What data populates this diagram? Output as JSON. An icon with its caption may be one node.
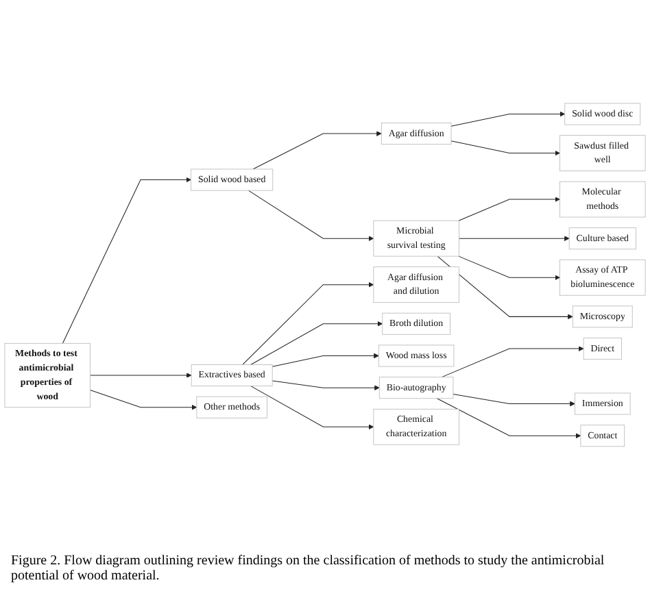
{
  "diagram": {
    "caption": "Figure 2. Flow diagram outlining review findings on the classification of methods to study the antimicrobial potential of wood material.",
    "nodes": [
      {
        "text": [
          "Methods to test antimicrobial properties of wood"
        ]
      },
      {
        "text": [
          "Solid wood based"
        ]
      },
      {
        "text": [
          "Extractives based"
        ]
      },
      {
        "text": [
          "Agar diffusion"
        ]
      },
      {
        "text": [
          "Solid wood disc"
        ]
      },
      {
        "text": [
          "Other methods"
        ]
      },
      {
        "text": [
          "Sawdust filled well"
        ]
      },
      {
        "text": [
          "Agar diffusion and dilution"
        ]
      },
      {
        "text": [
          "Molecular methods"
        ]
      },
      {
        "text": [
          "Broth dilution"
        ]
      },
      {
        "text": [
          "Microbial survival testing"
        ]
      },
      {
        "text": [
          "Culture based"
        ]
      },
      {
        "text": [
          "Direct"
        ]
      },
      {
        "text": [
          "Wood mass loss"
        ]
      },
      {
        "text": [
          "Assay of ATP bioluminescence"
        ]
      },
      {
        "text": [
          "Immersion"
        ]
      },
      {
        "text": [
          "Bio-autography"
        ]
      },
      {
        "text": [
          "Microscopy"
        ]
      },
      {
        "text": [
          "Contact"
        ]
      },
      {
        "text": [
          "Chemical characterization"
        ]
      }
    ],
    "edges": [
      {
        "from": 0,
        "to": 1,
        "arrow": "to"
      },
      {
        "from": 0,
        "to": 2,
        "arrow": "to"
      },
      {
        "from": 0,
        "to": 5,
        "arrow": "to"
      },
      {
        "from": 1,
        "to": 3,
        "arrow": "to"
      },
      {
        "from": 1,
        "to": 10,
        "arrow": "to"
      },
      {
        "from": 3,
        "to": 4,
        "arrow": "to"
      },
      {
        "from": 3,
        "to": 6,
        "arrow": "to"
      },
      {
        "from": 2,
        "to": 7,
        "arrow": "to"
      },
      {
        "from": 2,
        "to": 9,
        "arrow": "to"
      },
      {
        "from": 2,
        "to": 13,
        "arrow": "to"
      },
      {
        "from": 2,
        "to": 16,
        "arrow": "to"
      },
      {
        "from": 2,
        "to": 19,
        "arrow": "to"
      },
      {
        "from": 10,
        "to": 8,
        "arrow": "to"
      },
      {
        "from": 10,
        "to": 11,
        "arrow": "to"
      },
      {
        "from": 10,
        "to": 14,
        "arrow": "to"
      },
      {
        "from": 10,
        "to": 17,
        "arrow": "to"
      },
      {
        "from": 16,
        "to": 12,
        "arrow": "to"
      },
      {
        "from": 16,
        "to": 15,
        "arrow": "to"
      },
      {
        "from": 16,
        "to": 18,
        "arrow": "to"
      }
    ]
  }
}
